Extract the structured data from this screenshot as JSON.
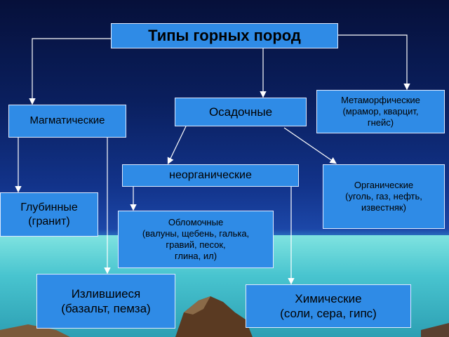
{
  "title": "Типы горных пород",
  "boxes": {
    "magmatic": "Магматические",
    "sedimentary": "Осадочные",
    "metamorphic": [
      "Метаморфические",
      "(мрамор, кварцит,",
      "гнейс)"
    ],
    "inorganic": "неорганические",
    "organic": [
      "Органические",
      "(уголь, газ, нефть,",
      "известняк)"
    ],
    "deep": [
      "Глубинные",
      "(гранит)"
    ],
    "clastic": [
      "Обломочные",
      "(валуны, щебень, галька,",
      "гравий, песок,",
      "глина, ил)"
    ],
    "effusive": [
      "Излившиеся",
      "(базальт, пемза)"
    ],
    "chemical": [
      "Химические",
      "(соли, сера, гипс)"
    ]
  },
  "colors": {
    "box_fill": "#2f8be6",
    "arrow": "#ffffff"
  }
}
